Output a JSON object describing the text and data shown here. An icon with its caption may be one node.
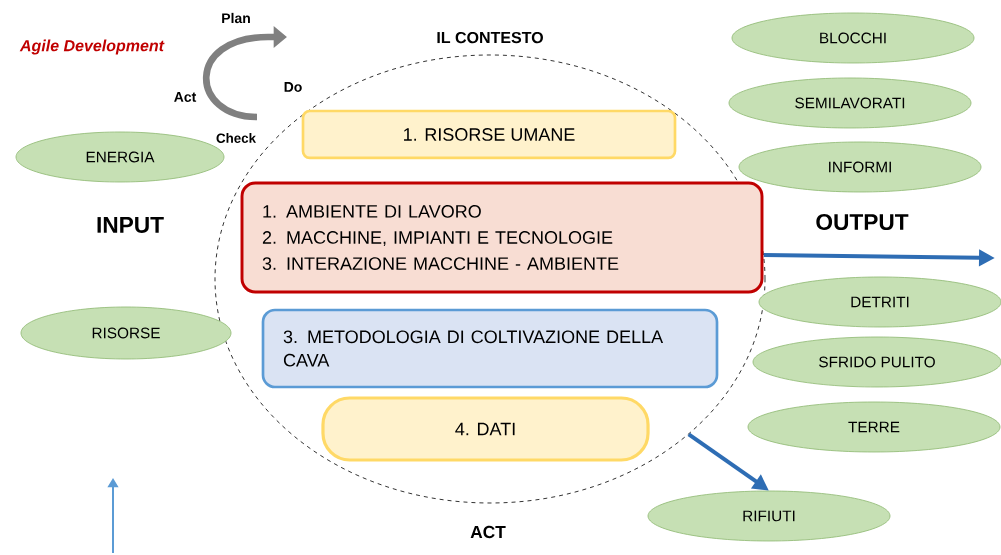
{
  "diagram": {
    "nodes": [
      {
        "text": [
          "IL CONTESTO"
        ]
      },
      {
        "text": [
          "1. RISORSE UMANE"
        ],
        "in": 0
      },
      {
        "text": [
          "1. AMBIENTE DI LAVORO",
          "2. MACCHINE, IMPIANTI E TECNOLOGIE",
          "3. INTERAZIONE MACCHINE - AMBIENTE"
        ],
        "in": 0
      },
      {
        "text": [
          "3. METODOLOGIA DI COLTIVAZIONE DELLA CAVA"
        ],
        "in": 0
      },
      {
        "text": [
          "4. DATI"
        ],
        "in": 0
      },
      {
        "text": [
          "ENERGIA"
        ]
      },
      {
        "text": [
          "RISORSE"
        ]
      },
      {
        "text": [
          "BLOCCHI"
        ]
      },
      {
        "text": [
          "SEMILAVORATI"
        ]
      },
      {
        "text": [
          "INFORMI"
        ]
      },
      {
        "text": [
          "DETRITI"
        ]
      },
      {
        "text": [
          "SFRIDO PULITO"
        ]
      },
      {
        "text": [
          "TERRE"
        ]
      },
      {
        "text": [
          "RIFIUTI"
        ]
      }
    ],
    "edges": [
      {
        "from": 0,
        "to": null,
        "arrow": "to"
      },
      {
        "from": 0,
        "to": 13,
        "arrow": "to"
      }
    ],
    "labels": [
      "Agile Development",
      "Plan",
      "Act",
      "Do",
      "Check",
      "INPUT",
      "OUTPUT",
      "ACT"
    ]
  }
}
